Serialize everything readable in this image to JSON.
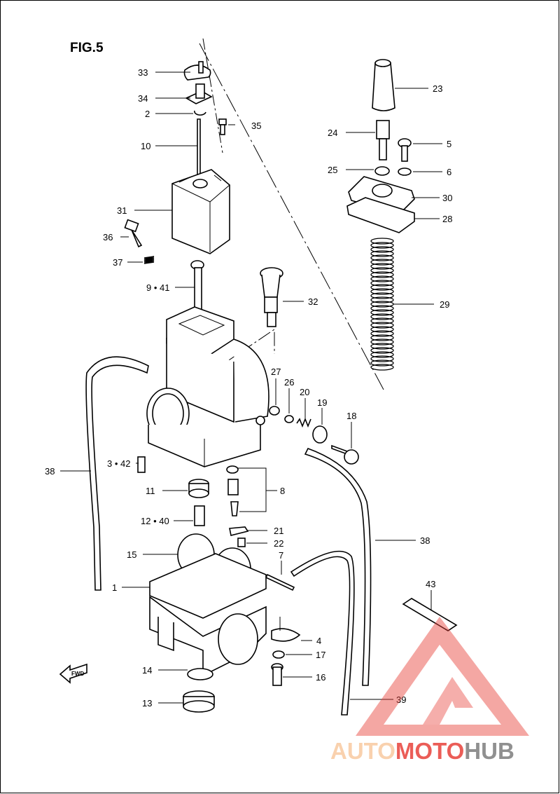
{
  "figure": {
    "title": "FIG.5",
    "fwd_label": "FWD"
  },
  "callouts": [
    {
      "id": "33",
      "label": "33"
    },
    {
      "id": "34",
      "label": "34"
    },
    {
      "id": "2",
      "label": "2"
    },
    {
      "id": "35",
      "label": "35"
    },
    {
      "id": "10",
      "label": "10"
    },
    {
      "id": "31",
      "label": "31"
    },
    {
      "id": "36",
      "label": "36"
    },
    {
      "id": "37",
      "label": "37"
    },
    {
      "id": "9-41",
      "label": "9 • 41"
    },
    {
      "id": "32",
      "label": "32"
    },
    {
      "id": "23",
      "label": "23"
    },
    {
      "id": "24",
      "label": "24"
    },
    {
      "id": "5",
      "label": "5"
    },
    {
      "id": "25",
      "label": "25"
    },
    {
      "id": "6",
      "label": "6"
    },
    {
      "id": "30",
      "label": "30"
    },
    {
      "id": "28",
      "label": "28"
    },
    {
      "id": "29",
      "label": "29"
    },
    {
      "id": "27",
      "label": "27"
    },
    {
      "id": "26",
      "label": "26"
    },
    {
      "id": "20",
      "label": "20"
    },
    {
      "id": "19",
      "label": "19"
    },
    {
      "id": "18",
      "label": "18"
    },
    {
      "id": "3-42",
      "label": "3 • 42"
    },
    {
      "id": "38a",
      "label": "38"
    },
    {
      "id": "8",
      "label": "8"
    },
    {
      "id": "11",
      "label": "11"
    },
    {
      "id": "12-40",
      "label": "12 • 40"
    },
    {
      "id": "21",
      "label": "21"
    },
    {
      "id": "22",
      "label": "22"
    },
    {
      "id": "38b",
      "label": "38"
    },
    {
      "id": "15",
      "label": "15"
    },
    {
      "id": "7",
      "label": "7"
    },
    {
      "id": "1",
      "label": "1"
    },
    {
      "id": "43",
      "label": "43"
    },
    {
      "id": "4",
      "label": "4"
    },
    {
      "id": "17",
      "label": "17"
    },
    {
      "id": "16",
      "label": "16"
    },
    {
      "id": "14",
      "label": "14"
    },
    {
      "id": "13",
      "label": "13"
    },
    {
      "id": "39",
      "label": "39"
    }
  ],
  "watermark": {
    "part1": "AUTO",
    "part2": "MOTO",
    "part3": "HUB",
    "color_light": "#f9c9a0",
    "color_red": "#e8413a",
    "color_grey": "#7d7d7d"
  },
  "colors": {
    "line": "#000000",
    "background": "#ffffff"
  }
}
